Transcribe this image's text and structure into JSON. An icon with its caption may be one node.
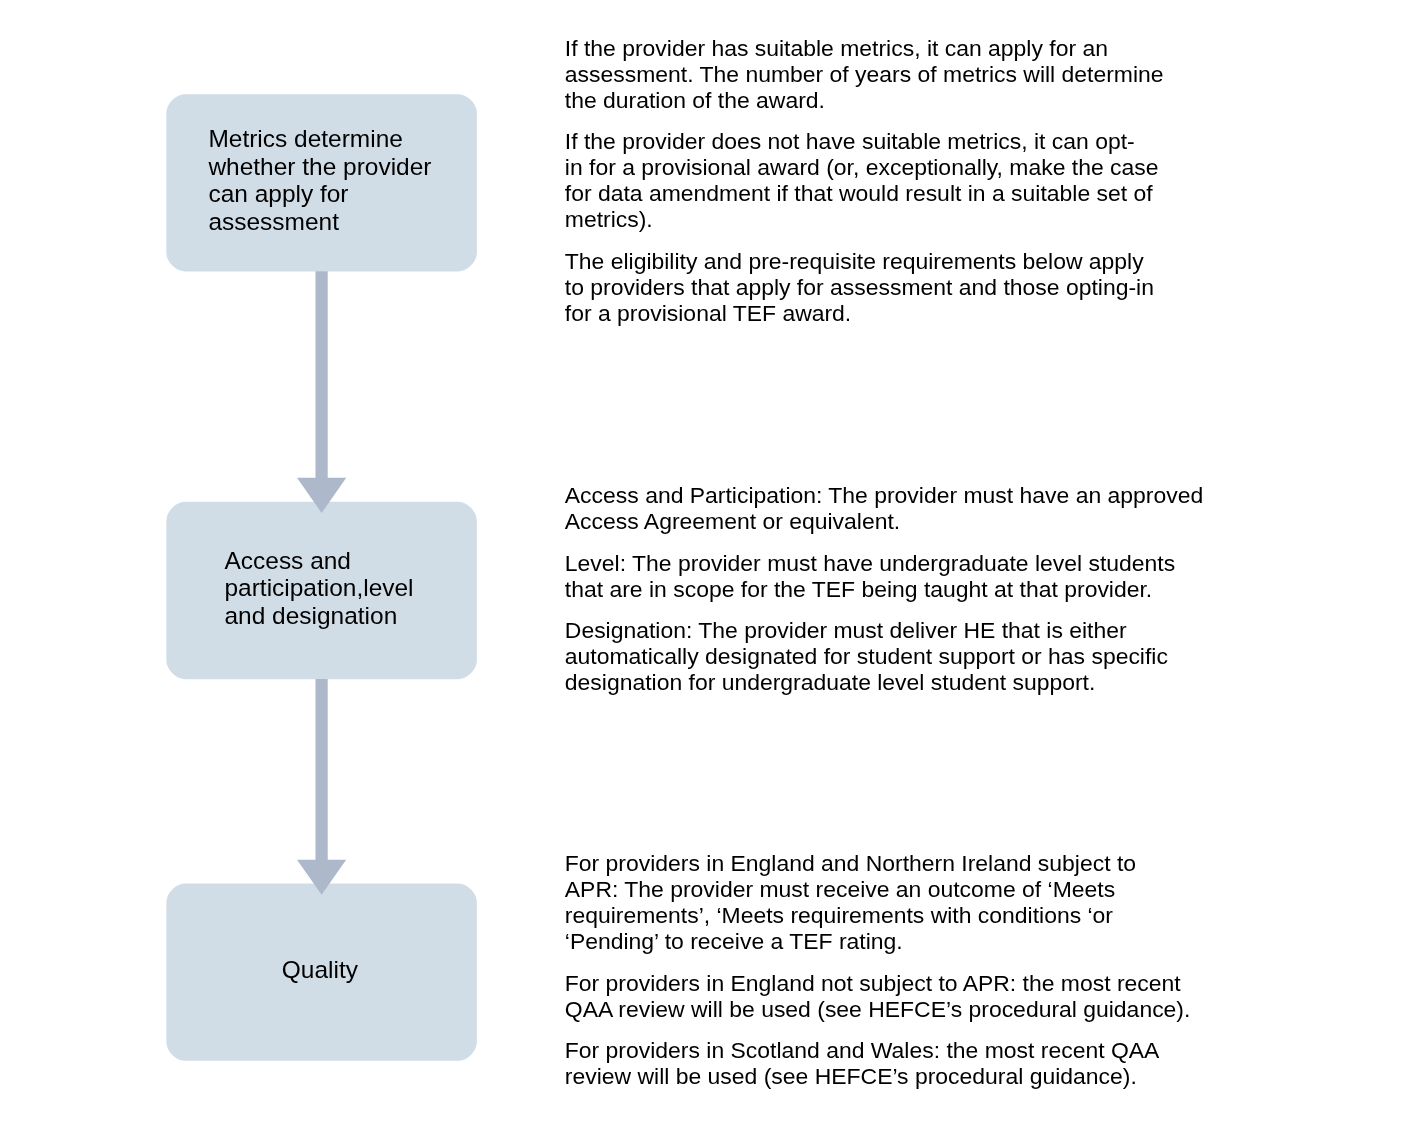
{
  "diagram": {
    "nodes": [
      {
        "text": [
          "Metrics determine whether the provider can apply for assessment"
        ],
        "beside": [
          "If the provider has suitable metrics, it can apply for an assessment. The number of years of metrics will determine the duration of the award.",
          "If the provider does not have suitable metrics, it can opt-in for a provisional award (or, exceptionally, make the case for data amendment if that would result in a suitable set of metrics).",
          "The eligibility and pre-requisite requirements below apply to providers that apply for assessment and those opting-in for a provisional TEF award."
        ]
      },
      {
        "text": [
          "Access and participation,level and designation"
        ],
        "beside": [
          "Access and Participation: The provider must have an approved Access Agreement or equivalent.",
          "Level: The provider must have undergraduate level students that are in scope for the TEF being taught at that provider.",
          "Designation: The provider must deliver HE that is either automatically designated for student support or has specific designation for undergraduate level student support."
        ]
      },
      {
        "text": [
          "Quality"
        ],
        "beside": [
          "For providers in England and Northern Ireland subject to APR: The provider must receive an outcome of ‘Meets requirements’, ‘Meets requirements with conditions ‘or ‘Pending’ to receive a TEF rating.",
          "For providers in England not subject to APR: the most recent QAA review will be used (see HEFCE’s procedural guidance).",
          "For providers in Scotland and Wales: the most recent QAA review will be used (see HEFCE’s procedural guidance)."
        ]
      }
    ],
    "edges": [
      {
        "from": 0,
        "to": 1,
        "arrow": "to"
      },
      {
        "from": 1,
        "to": 2,
        "arrow": "to"
      }
    ]
  }
}
